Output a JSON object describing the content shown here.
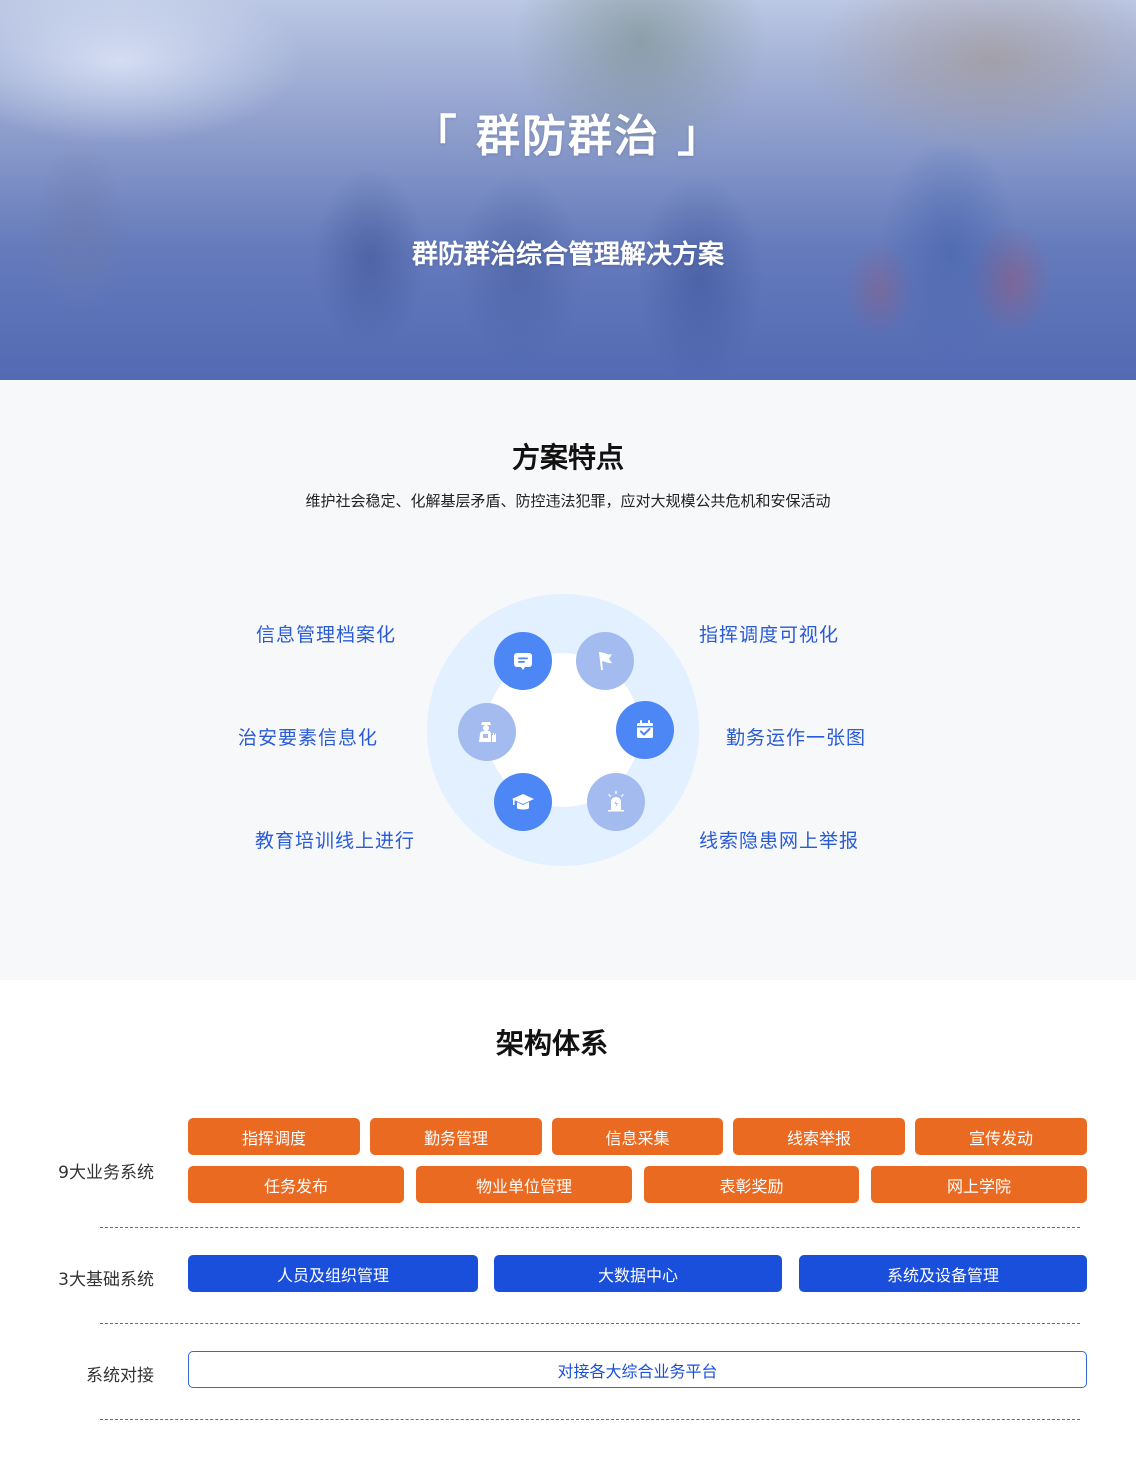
{
  "hero": {
    "title": "「 群防群治 」",
    "subtitle": "群防群治综合管理解决方案"
  },
  "features": {
    "title": "方案特点",
    "description": "维护社会稳定、化解基层矛盾、防控违法犯罪，应对大规模公共危机和安保活动",
    "items": [
      {
        "label": "信息管理档案化",
        "icon": "message-icon"
      },
      {
        "label": "指挥调度可视化",
        "icon": "flag-icon"
      },
      {
        "label": "治安要素信息化",
        "icon": "police-officer-icon"
      },
      {
        "label": "勤务运作一张图",
        "icon": "calendar-check-icon"
      },
      {
        "label": "教育培训线上进行",
        "icon": "graduation-cap-icon"
      },
      {
        "label": "线索隐患网上举报",
        "icon": "alarm-siren-icon"
      }
    ],
    "colors": {
      "label": "#2a5bd7",
      "node_dark": "#4d86f5",
      "node_light": "#a3bbef",
      "ring": "#e3f0ff"
    }
  },
  "architecture": {
    "title": "架构体系",
    "rows": [
      {
        "label": "9大业务系统",
        "items": [
          "指挥调度",
          "勤务管理",
          "信息采集",
          "线索举报",
          "宣传发动",
          "任务发布",
          "物业单位管理",
          "表彰奖励",
          "网上学院"
        ]
      },
      {
        "label": "3大基础系统",
        "items": [
          "人员及组织管理",
          "大数据中心",
          "系统及设备管理"
        ]
      },
      {
        "label": "系统对接",
        "items": [
          "对接各大综合业务平台"
        ]
      }
    ],
    "colors": {
      "business": "#ea6a21",
      "foundation": "#1a4fdc",
      "divider": "#e8383c"
    }
  }
}
